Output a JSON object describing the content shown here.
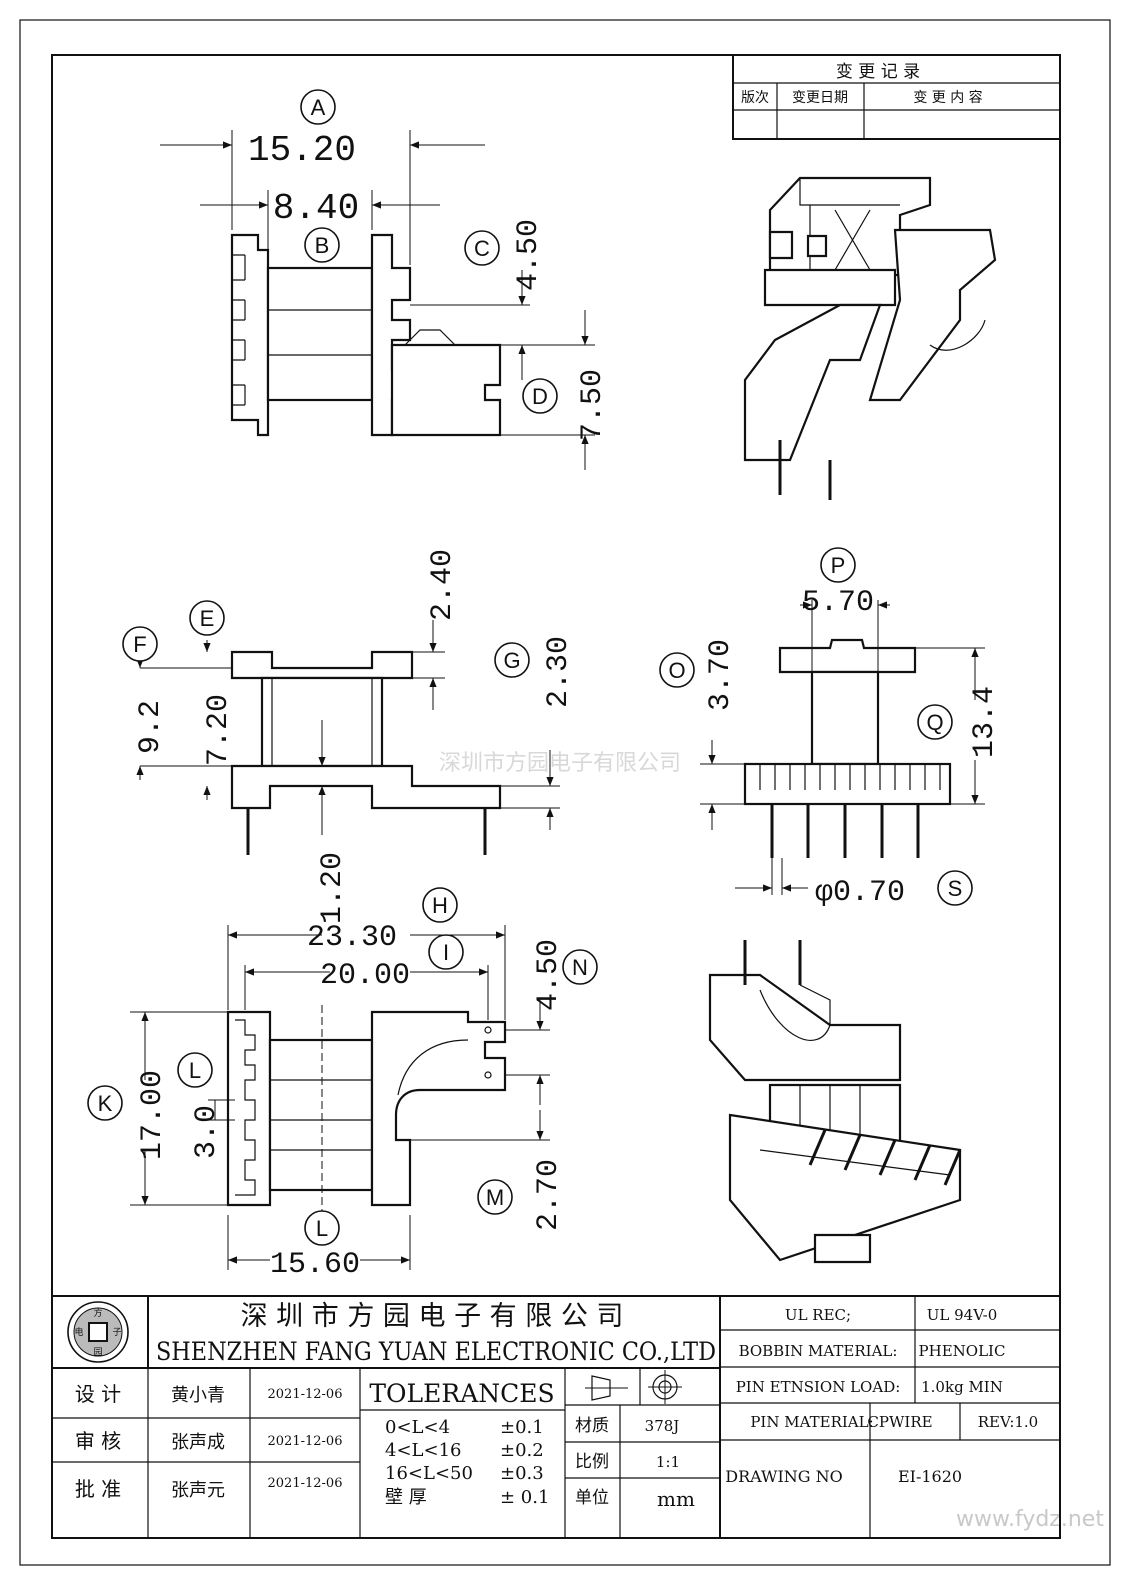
{
  "change_record": {
    "title": "变 更 记 录",
    "col_version": "版次",
    "col_date": "变更日期",
    "col_content": "变 更 内 容"
  },
  "dimensions": {
    "A": "15.20",
    "B": "8.40",
    "C": "4.50",
    "D": "7.50",
    "E_F": "9.2",
    "E_inner": "7.20",
    "G_top": "2.40",
    "G": "2.30",
    "P": "5.70",
    "O": "3.70",
    "Q": "13.4",
    "S": "φ0.70",
    "H_top": "1.20",
    "H": "23.30",
    "I": "20.00",
    "N": "4.50",
    "K": "17.00",
    "L_small": "3.0",
    "M": "2.70",
    "L_bottom": "15.60"
  },
  "labels": {
    "A": "A",
    "B": "B",
    "C": "C",
    "D": "D",
    "E": "E",
    "F": "F",
    "G": "G",
    "H": "H",
    "I": "I",
    "K": "K",
    "L1": "L",
    "L2": "L",
    "M": "M",
    "N": "N",
    "O": "O",
    "P": "P",
    "Q": "Q",
    "S": "S"
  },
  "watermark_center": "深圳市方园电子有限公司",
  "watermark_corner": "www.fydz.net",
  "company": {
    "name_cn": "深 圳 市 方 园 电 子 有 限 公 司",
    "name_en": "SHENZHEN FANG YUAN ELECTRONIC CO.,LTD",
    "logo_chars": [
      "方",
      "子",
      "园",
      "电"
    ]
  },
  "approvals": [
    {
      "role": "设  计",
      "name": "黄小青",
      "date": "2021-12-06"
    },
    {
      "role": "审  核",
      "name": "张声成",
      "date": "2021-12-06"
    },
    {
      "role": "批  准",
      "name": "张声元",
      "date": "2021-12-06"
    }
  ],
  "tolerances": {
    "title": "TOLERANCES",
    "rows": [
      {
        "range": "0<L<4",
        "value": "±0.1"
      },
      {
        "range": "4<L<16",
        "value": "±0.2"
      },
      {
        "range": "16<L<50",
        "value": "±0.3"
      },
      {
        "range": "壁  厚",
        "value": "± 0.1"
      }
    ]
  },
  "material_block": {
    "material_label": "材质",
    "material_value": "378J",
    "scale_label": "比例",
    "scale_value": "1:1",
    "unit_label": "单位",
    "unit_value": "mm"
  },
  "specs": {
    "ul_rec_label": "UL REC;",
    "ul_rec_value": "UL  94V-0",
    "bobbin_label": "BOBBIN MATERIAL:",
    "bobbin_value": "PHENOLIC",
    "pin_load_label": "PIN ETNSION LOAD:",
    "pin_load_value": "1.0kg MIN",
    "pin_material_label": "PIN MATERIAL:",
    "pin_material_value": "CPWIRE",
    "rev": "REV:1.0",
    "drawing_no_label": "DRAWING NO",
    "drawing_no_value": "EI-1620"
  }
}
